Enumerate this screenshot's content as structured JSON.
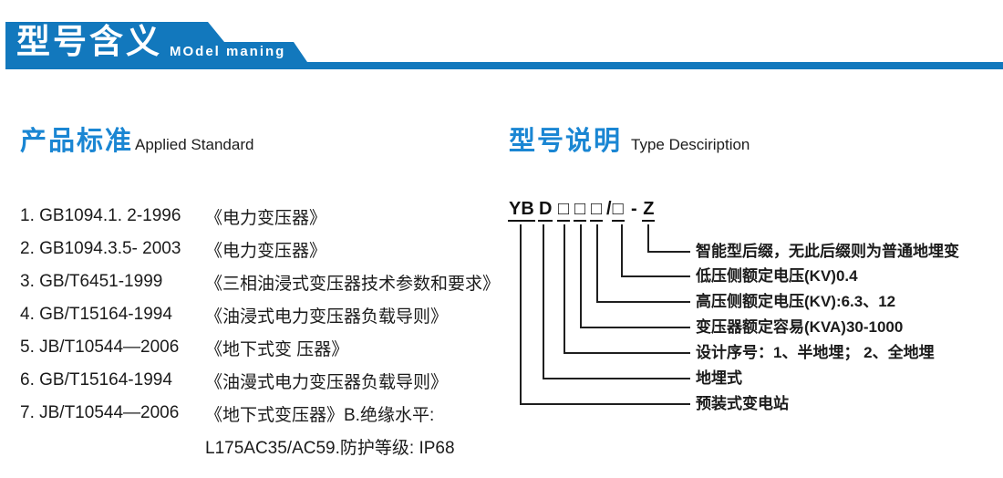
{
  "header": {
    "title_cn": "型号含义",
    "title_en": "MOdel maning"
  },
  "sections": {
    "standards": {
      "title_cn": "产品标准",
      "title_en": "Applied Standard"
    },
    "type_desc": {
      "title_cn": "型号说明",
      "title_en": "Type Desciription"
    }
  },
  "standards_list": {
    "items": [
      {
        "code": "1. GB1094.1. 2-1996",
        "title": "《电力变压器》"
      },
      {
        "code": "2. GB1094.3.5- 2003",
        "title": "《电力变压器》"
      },
      {
        "code": "3. GB/T6451-1999",
        "title": "《三相油浸式变压器技术参数和要求》"
      },
      {
        "code": "4. GB/T15164-1994",
        "title": "《油浸式电力变压器负载导则》"
      },
      {
        "code": "5. JB/T10544—2006",
        "title": "《地下式变 压器》"
      },
      {
        "code": "6. GB/T15164-1994",
        "title": "《油漫式电力变压器负载导则》"
      },
      {
        "code": "7. JB/T10544—2006",
        "title": "《地下式变压器》B.绝缘水平:"
      }
    ],
    "continuation": "L175AC35/AC59.防护等级: IP68"
  },
  "diagram": {
    "code_parts": [
      {
        "pre": "",
        "core": "YB"
      },
      {
        "pre": "",
        "core": "D"
      },
      {
        "pre": "",
        "core": "□"
      },
      {
        "pre": "",
        "core": "□"
      },
      {
        "pre": "",
        "core": "□"
      },
      {
        "pre": "/",
        "core": "□"
      },
      {
        "pre": "- ",
        "core": "Z"
      }
    ],
    "labels": [
      "智能型后缀，无此后缀则为普通地埋变",
      "低压侧额定电压(KV)0.4",
      "高压侧额定电压(KV):6.3、12",
      "变压器额定容易(KVA)30-1000",
      "设计序号：1、半地埋； 2、全地埋",
      "地埋式",
      "预装式变电站"
    ]
  },
  "colors": {
    "banner_blue": "#1278bd",
    "title_blue": "#1a86d3",
    "text_dark": "#1b1b1b"
  }
}
